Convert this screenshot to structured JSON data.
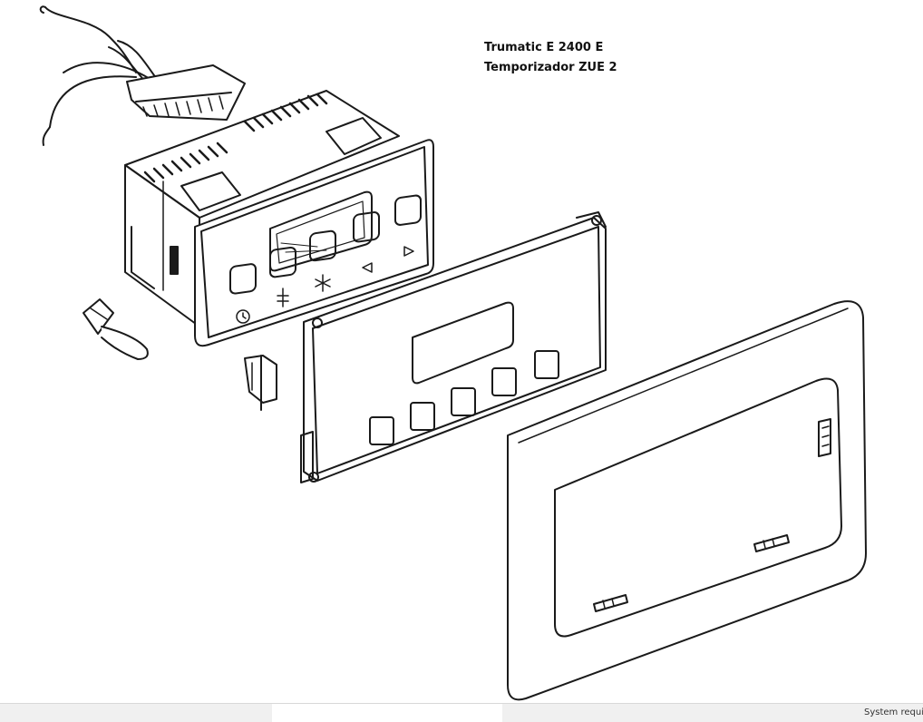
{
  "caption": {
    "line1": "Trumatic E 2400 E",
    "line2": "Temporizador ZUE 2"
  },
  "status_bar": {
    "text": "System requi"
  },
  "colors": {
    "line": "#1a1a1a",
    "background": "#ffffff",
    "status_bar": "#f0f0f0"
  }
}
